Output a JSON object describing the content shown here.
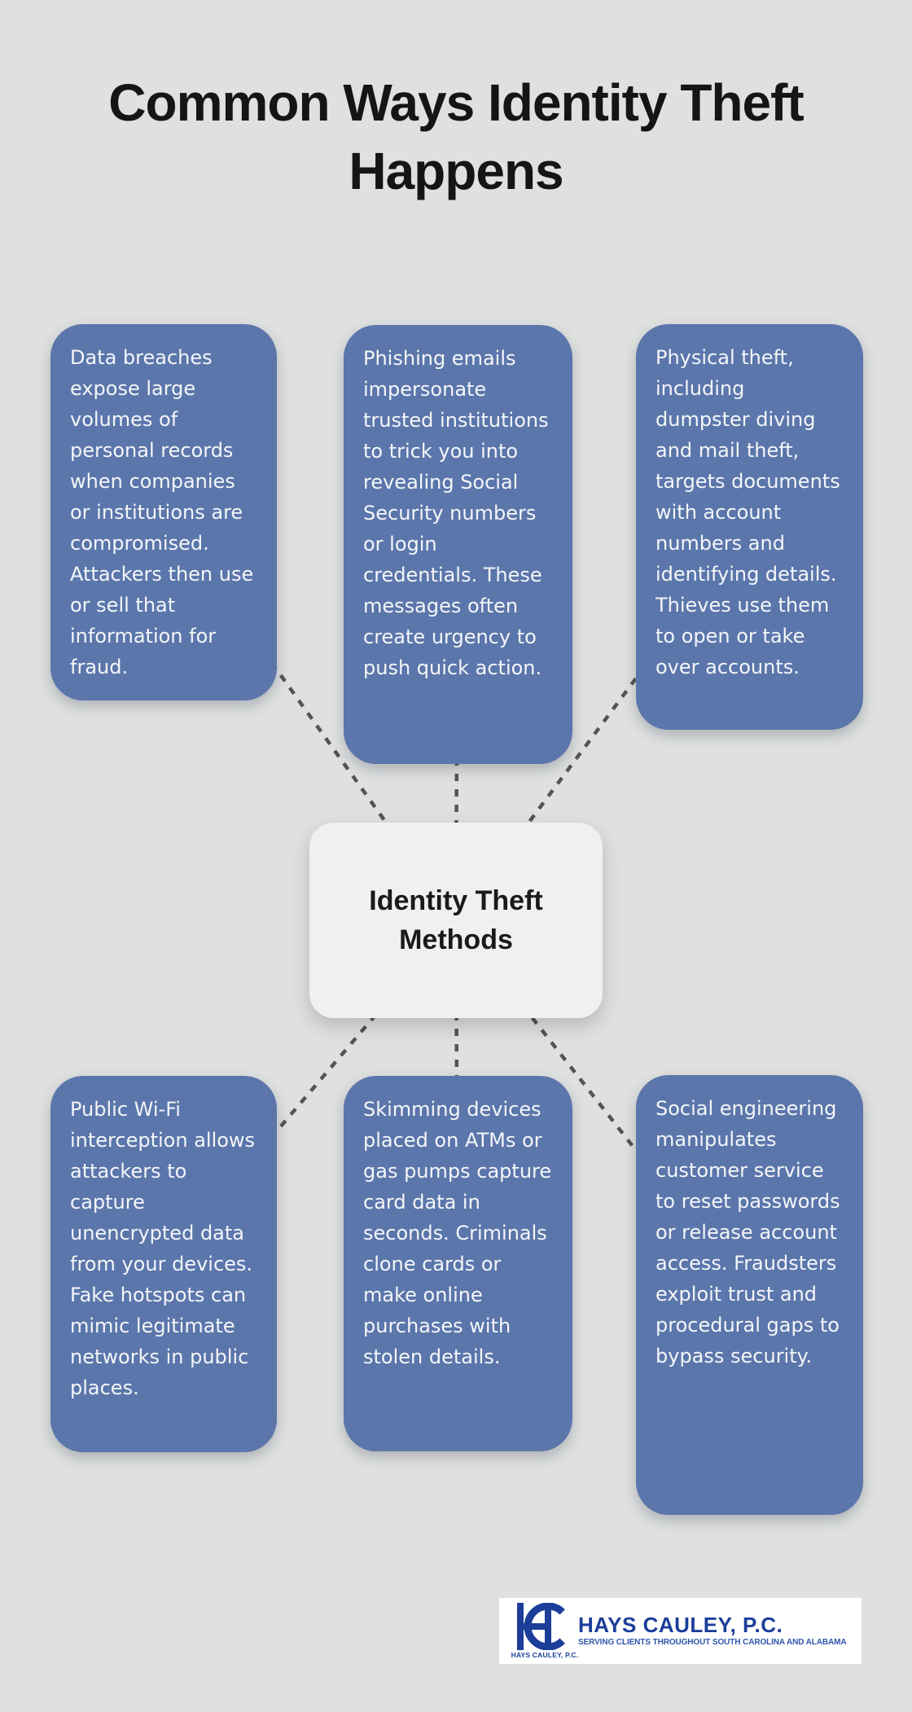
{
  "title": "Common Ways Identity Theft Happens",
  "center_label": "Identity Theft Methods",
  "methods": [
    {
      "name": "data-breaches",
      "text": "Data breaches expose large volumes of personal records when companies or institutions are compromised. Attackers then use or sell that information for fraud."
    },
    {
      "name": "phishing-emails",
      "text": "Phishing emails impersonate trusted institutions to trick you into revealing Social Security numbers or login credentials. These messages often create urgency to push quick action."
    },
    {
      "name": "physical-theft",
      "text": "Physical theft, including dumpster diving and mail theft, targets documents with account numbers and identifying details. Thieves use them to open or take over accounts."
    },
    {
      "name": "public-wifi-interception",
      "text": "Public Wi-Fi interception allows attackers to capture unencrypted data from your devices. Fake hotspots can mimic legitimate networks in public places."
    },
    {
      "name": "skimming-devices",
      "text": "Skimming devices placed on ATMs or gas pumps capture card data in seconds. Criminals clone cards or make online purchases with stolen details."
    },
    {
      "name": "social-engineering",
      "text": "Social engineering manipulates customer service to reset passwords or release account access. Fraudsters exploit trust and procedural gaps to bypass security."
    }
  ],
  "logo": {
    "monogram": "HC",
    "name": "HAYS CAULEY, P.C.",
    "tagline": "SERVING CLIENTS THROUGHOUT SOUTH CAROLINA AND ALABAMA",
    "small_name": "HAYS CAULEY, P.C."
  },
  "colors": {
    "background": "#dfe1e0",
    "card_blue": "#5b76ab",
    "card_text": "#f4f6f8",
    "center_bg": "#eff0f1",
    "title_text": "#151515",
    "connector_gray": "#545454",
    "logo_navy": "#1c3e99",
    "logo_tagline_blue": "#2d56ac",
    "logo_bg": "#ffffff"
  }
}
